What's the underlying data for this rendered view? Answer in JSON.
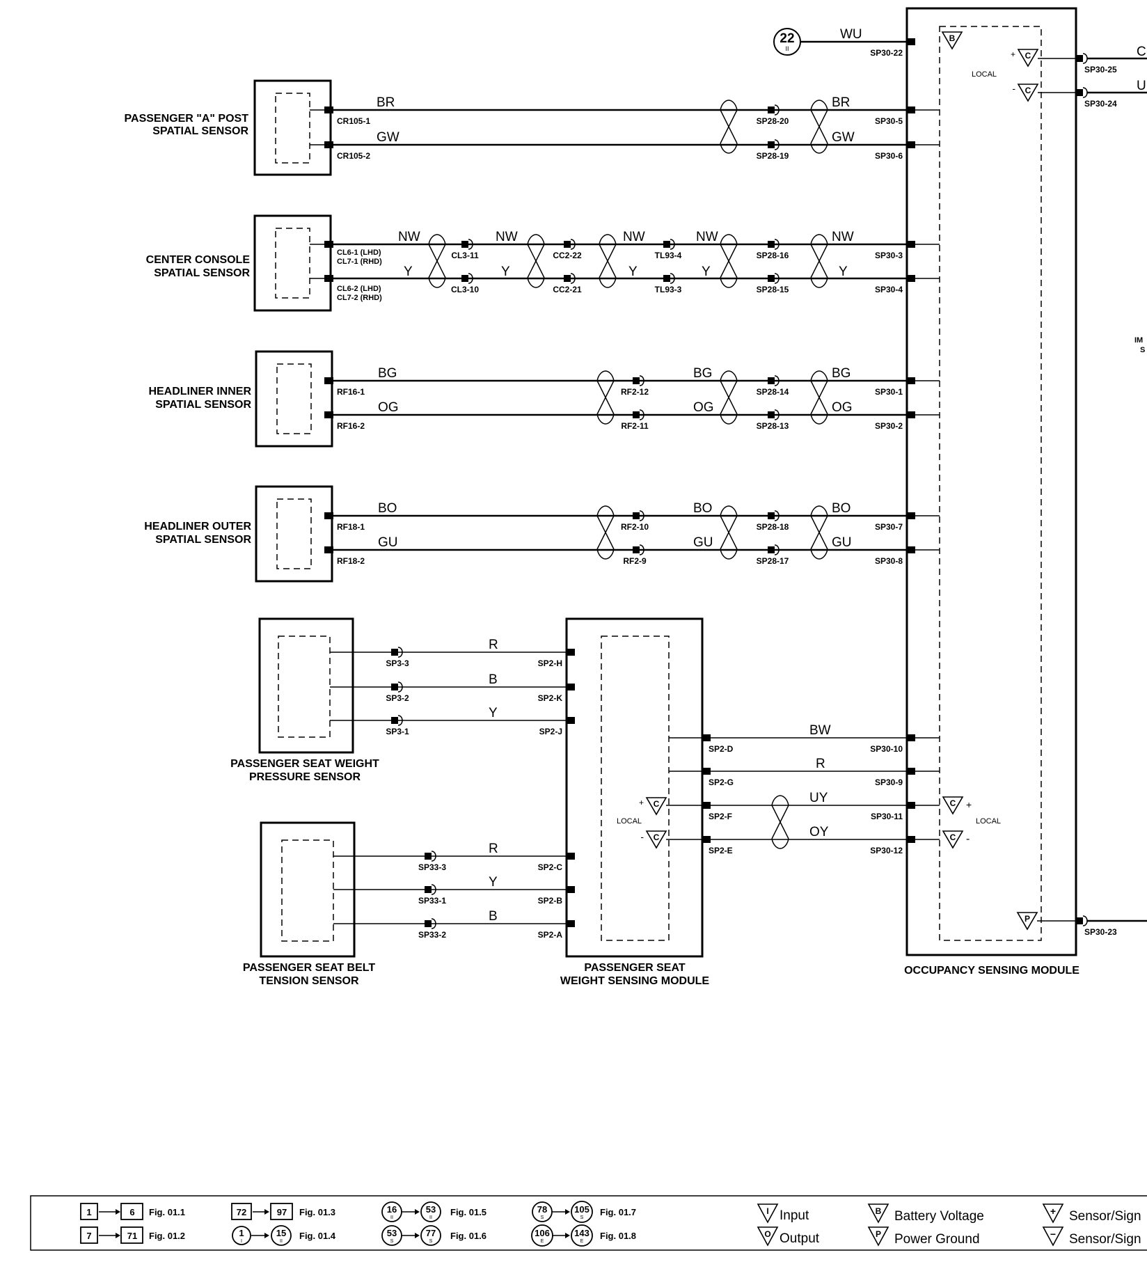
{
  "components": {
    "a_post": {
      "line1": "PASSENGER \"A\" POST",
      "line2": "SPATIAL SENSOR"
    },
    "console": {
      "line1": "CENTER CONSOLE",
      "line2": "SPATIAL SENSOR"
    },
    "hl_inner": {
      "line1": "HEADLINER INNER",
      "line2": "SPATIAL SENSOR"
    },
    "hl_outer": {
      "line1": "HEADLINER OUTER",
      "line2": "SPATIAL SENSOR"
    },
    "seat_pressure": {
      "line1": "PASSENGER SEAT WEIGHT",
      "line2": "PRESSURE SENSOR"
    },
    "belt_tension": {
      "line1": "PASSENGER SEAT BELT",
      "line2": "TENSION SENSOR"
    },
    "weight_module": {
      "line1": "PASSENGER SEAT",
      "line2": "WEIGHT SENSING MODULE"
    },
    "osm": {
      "line1": "OCCUPANCY SENSING MODULE"
    }
  },
  "top": {
    "circle_num": "22",
    "circle_sub": "II",
    "wire": "WU",
    "pin": "SP30-22"
  },
  "osm_right": {
    "local": "LOCAL",
    "plus": "+",
    "minus": "-",
    "pin_top": "SP30-25",
    "pin_bot": "SP30-24",
    "cut_top": "C",
    "cut_bot": "U",
    "ground_pin": "SP30-23",
    "edge_top": "IM",
    "edge_bot": "S"
  },
  "symbols": {
    "c": "C",
    "b": "B",
    "p": "P"
  },
  "a_post": {
    "w1": "BR",
    "w2": "GW",
    "p1": "CR105-1",
    "p2": "CR105-2",
    "s1": "SP28-20",
    "s2": "SP28-19",
    "w1b": "BR",
    "w2b": "GW",
    "o1": "SP30-5",
    "o2": "SP30-6"
  },
  "console": {
    "w1": "NW",
    "w2": "Y",
    "p1a": "CL6-1 (LHD)",
    "p1b": "CL7-1 (RHD)",
    "p2a": "CL6-2 (LHD)",
    "p2b": "CL7-2 (RHD)",
    "cl1": "CL3-11",
    "cl2": "CL3-10",
    "cc1": "CC2-22",
    "cc2": "CC2-21",
    "tl1": "TL93-4",
    "tl2": "TL93-3",
    "sp1": "SP28-16",
    "sp2": "SP28-15",
    "o1": "SP30-3",
    "o2": "SP30-4"
  },
  "hl_inner": {
    "w1": "BG",
    "w2": "OG",
    "p1": "RF16-1",
    "p2": "RF16-2",
    "rf1": "RF2-12",
    "rf2": "RF2-11",
    "sp1": "SP28-14",
    "sp2": "SP28-13",
    "o1": "SP30-1",
    "o2": "SP30-2"
  },
  "hl_outer": {
    "w1": "BO",
    "w2": "GU",
    "p1": "RF18-1",
    "p2": "RF18-2",
    "rf1": "RF2-10",
    "rf2": "RF2-9",
    "sp1": "SP28-18",
    "sp2": "SP28-17",
    "o1": "SP30-7",
    "o2": "SP30-8"
  },
  "pressure": {
    "w1": "R",
    "w2": "B",
    "w3": "Y",
    "sp1": "SP3-3",
    "sp2": "SP3-2",
    "sp3": "SP3-1",
    "m1": "SP2-H",
    "m2": "SP2-K",
    "m3": "SP2-J"
  },
  "belt": {
    "w1": "R",
    "w2": "Y",
    "w3": "B",
    "sp1": "SP33-3",
    "sp2": "SP33-1",
    "sp3": "SP33-2",
    "m1": "SP2-C",
    "m2": "SP2-B",
    "m3": "SP2-A"
  },
  "module_out": {
    "w1": "BW",
    "w2": "R",
    "w3": "UY",
    "w4": "OY",
    "m1": "SP2-D",
    "m2": "SP2-G",
    "m3": "SP2-F",
    "m4": "SP2-E",
    "o1": "SP30-10",
    "o2": "SP30-9",
    "o3": "SP30-11",
    "o4": "SP30-12",
    "local": "LOCAL"
  },
  "legend": {
    "r1a": "1",
    "r1b": "6",
    "r1f": "Fig. 01.1",
    "r2a": "7",
    "r2b": "71",
    "r2f": "Fig. 01.2",
    "r3a": "72",
    "r3b": "97",
    "r3f": "Fig. 01.3",
    "r4a": "1",
    "r4as": "I",
    "r4b": "15",
    "r4bs": "II",
    "r4f": "Fig. 01.4",
    "r5a": "16",
    "r5as": "II",
    "r5b": "53",
    "r5bs": "II",
    "r5f": "Fig. 01.5",
    "r6a": "53",
    "r6as": "S",
    "r6b": "77",
    "r6bs": "S",
    "r6f": "Fig. 01.6",
    "r7a": "78",
    "r7as": "S",
    "r7b": "105",
    "r7bs": "S",
    "r7f": "Fig. 01.7",
    "r8a": "106",
    "r8as": "E",
    "r8b": "143",
    "r8bs": "E",
    "r8f": "Fig. 01.8",
    "input": "Input",
    "output": "Output",
    "battery": "Battery Voltage",
    "ground": "Power Ground",
    "sensor1": "Sensor/Sign",
    "sensor2": "Sensor/Sign",
    "sym_i": "I",
    "sym_o": "O",
    "sym_b": "B",
    "sym_p": "P",
    "sym_plus": "+",
    "sym_minus": "−"
  }
}
